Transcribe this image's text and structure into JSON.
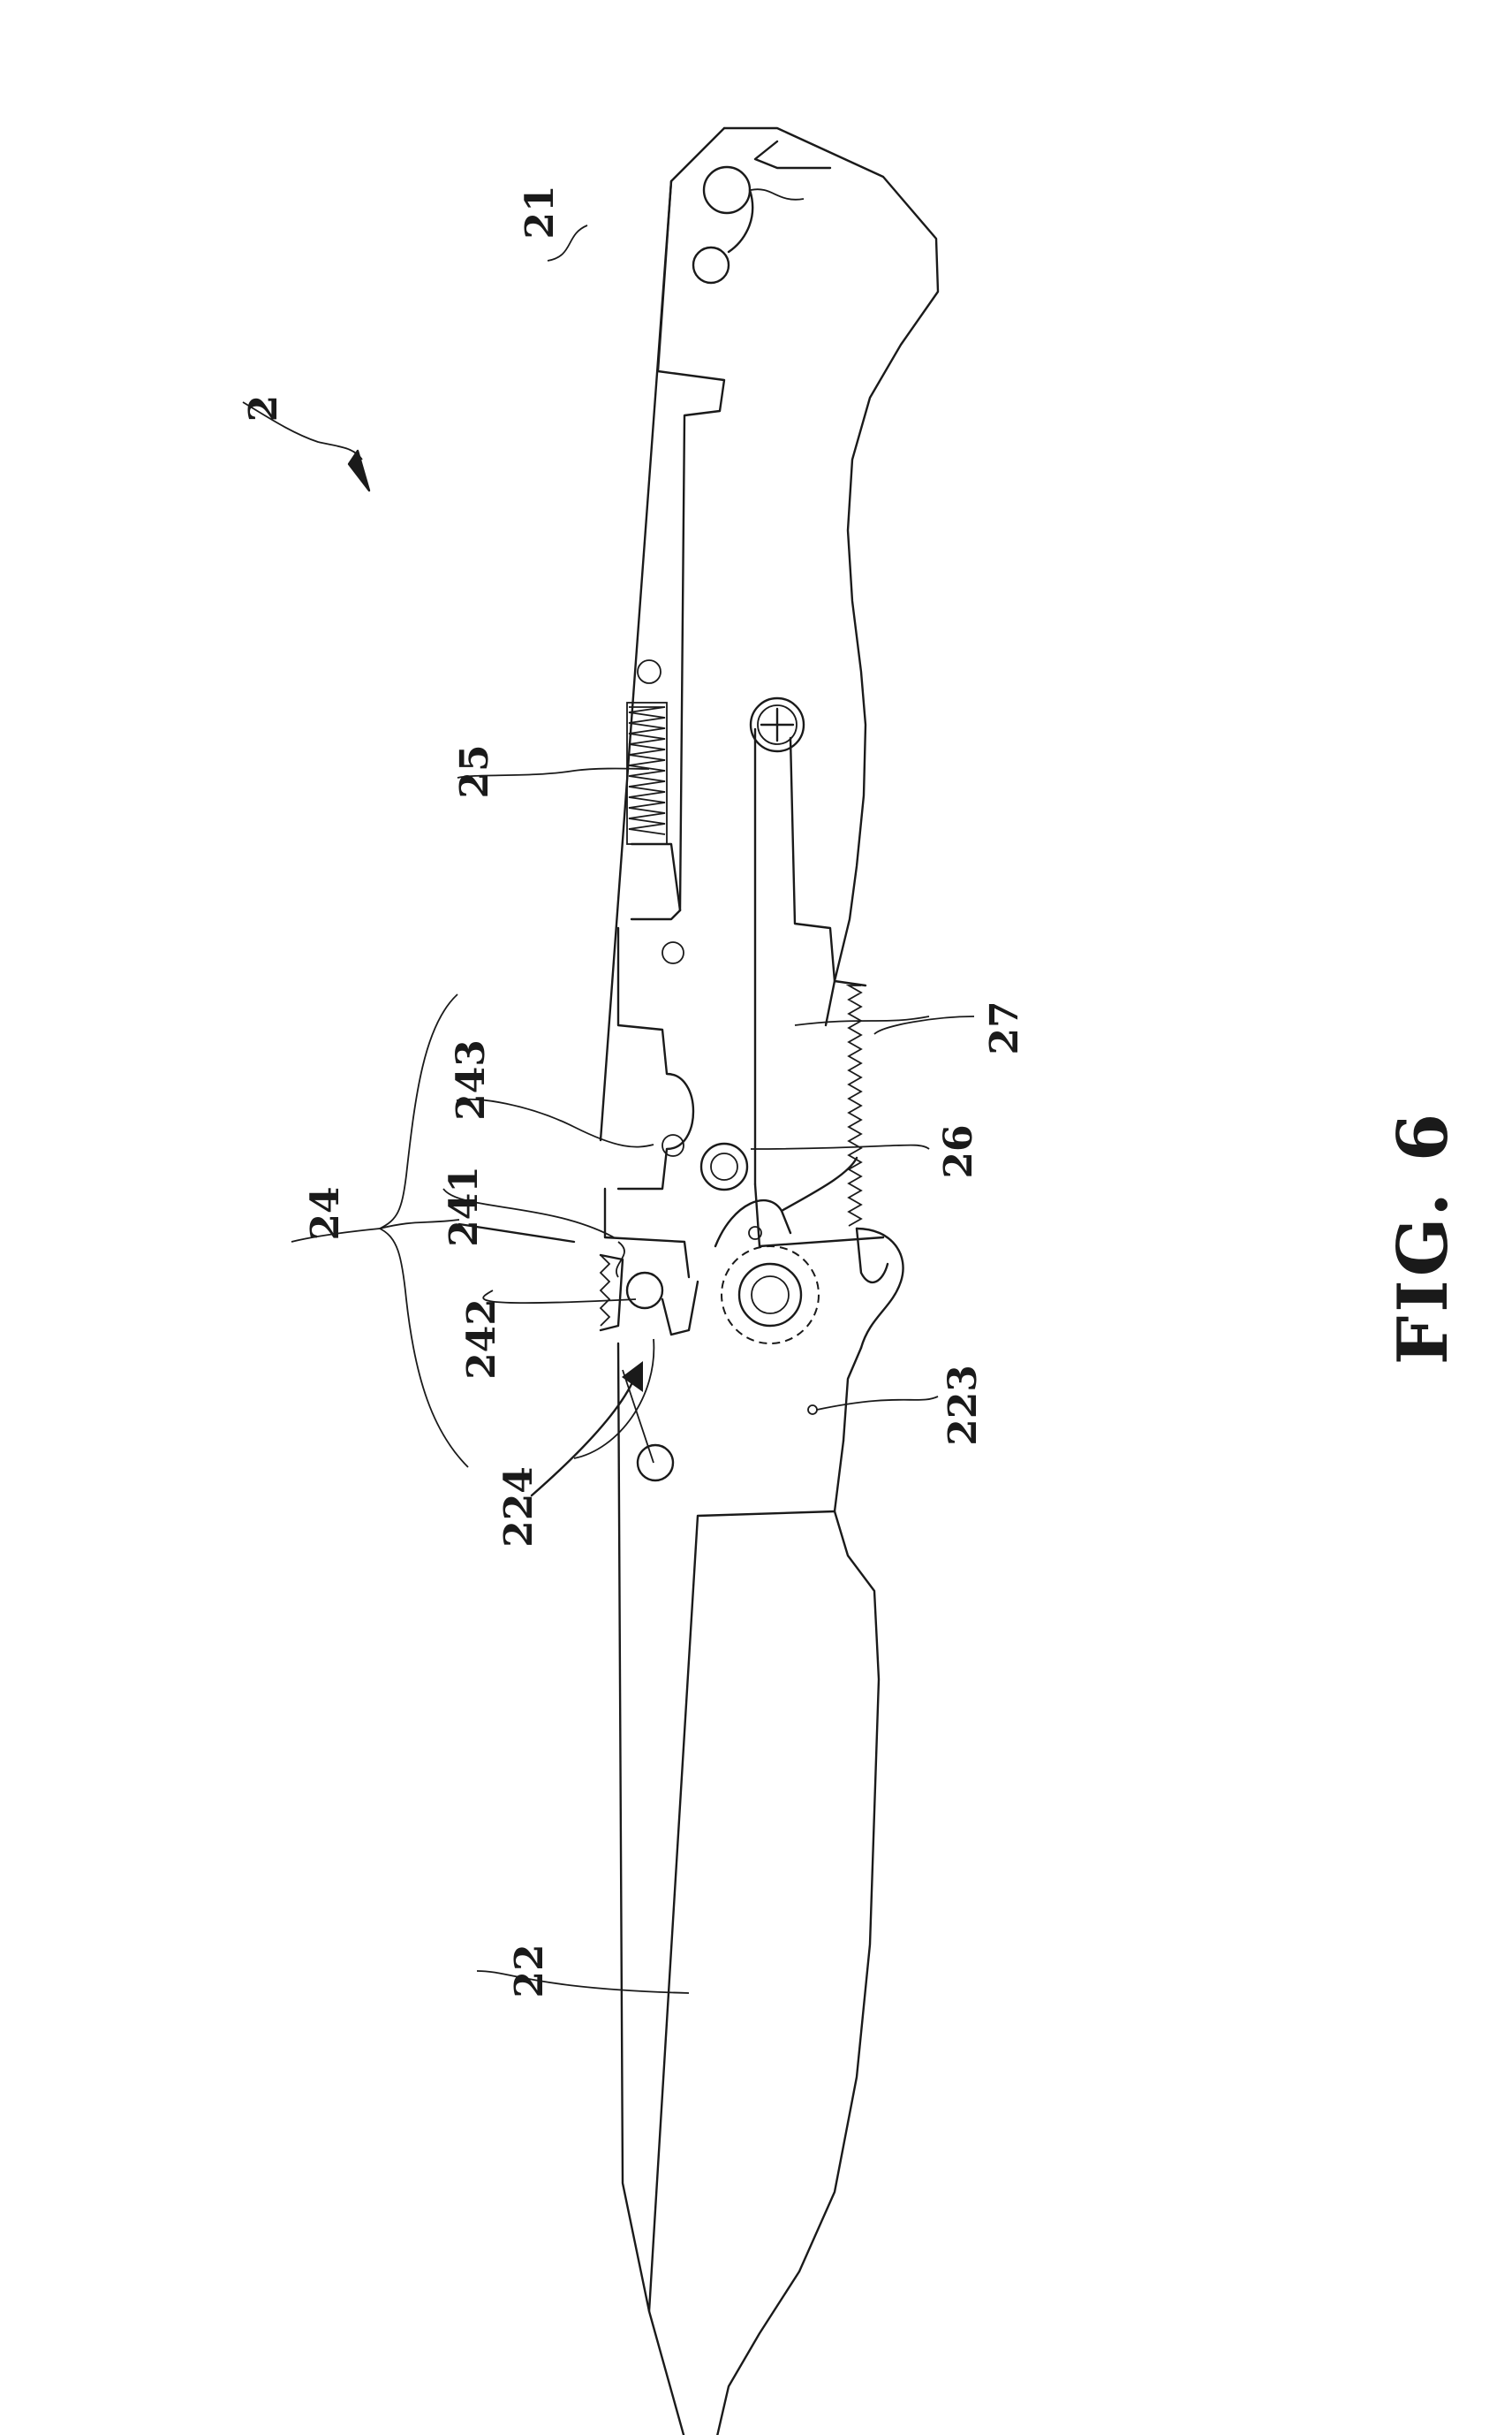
{
  "figure": {
    "caption": "FIG. 6",
    "assembly_ref": "2"
  },
  "labels": {
    "handle": "21",
    "blade": "22",
    "pivot_hole": "223",
    "notch": "224",
    "lock_assembly": "24",
    "lock_block": "241",
    "lock_tooth": "242",
    "lock_recess": "243",
    "spring": "25",
    "pin": "26",
    "serrated_lever": "27"
  }
}
